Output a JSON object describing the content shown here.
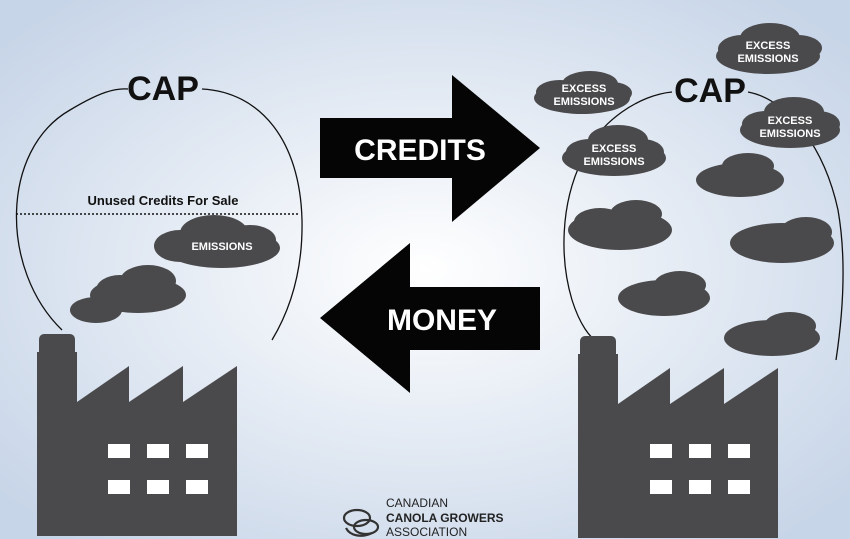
{
  "left": {
    "cap_label": "CAP",
    "unused_credits_label": "Unused Credits For Sale",
    "emissions_label": "EMISSIONS"
  },
  "right": {
    "cap_label": "CAP",
    "excess_label_line1": "EXCESS",
    "excess_label_line2": "EMISSIONS"
  },
  "arrows": {
    "credits_label": "CREDITS",
    "money_label": "MONEY"
  },
  "logo": {
    "line1": "CANADIAN",
    "line2": "CANOLA GROWERS",
    "line3": "ASSOCIATION"
  },
  "colors": {
    "cloud": "#4a4a4c",
    "factory": "#4a4a4c",
    "arrow": "#050505",
    "background_center": "#ffffff",
    "background_edge": "#c9d6e8"
  }
}
